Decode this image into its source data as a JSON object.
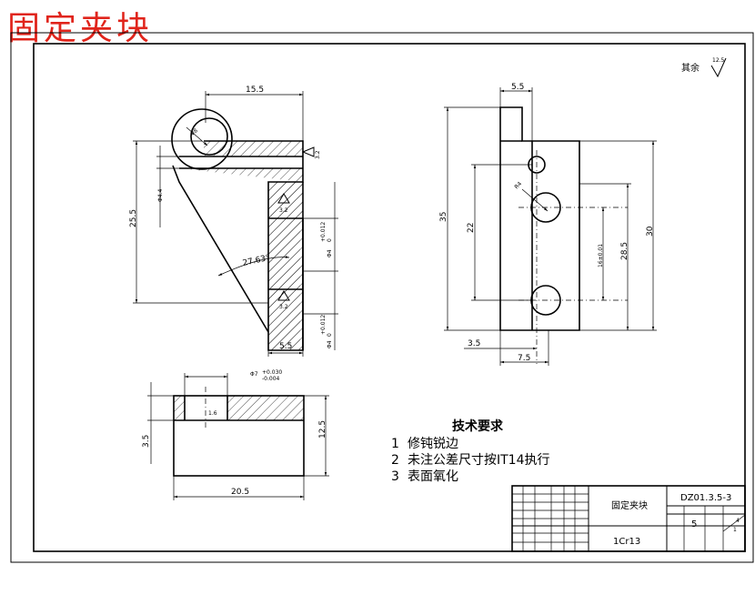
{
  "title": "固定夹块",
  "surface_finish_note": {
    "label": "其余",
    "value": "12.5"
  },
  "technical_requirements": {
    "heading": "技术要求",
    "items": [
      {
        "num": "1",
        "text": "修钝锐边"
      },
      {
        "num": "2",
        "text": "未注公差尺寸按IT14执行"
      },
      {
        "num": "3",
        "text": "表面氧化"
      }
    ]
  },
  "front_view": {
    "dims": {
      "top_width": "15.5",
      "hole": "Φ8",
      "left_small": "Φ4.4",
      "height": "25.5",
      "angle": "27.63°",
      "bottom_width": "5.5",
      "roughness_right": "3.2",
      "roughness_mid": "3.2",
      "roughness_bottom": "3.2",
      "right_tol_top": "Φ4",
      "right_tol_top_up": "+0.012",
      "right_tol_top_low": "0",
      "right_tol_bot": "Φ4",
      "right_tol_bot_up": "+0.012",
      "right_tol_bot_low": "0"
    }
  },
  "side_view": {
    "dims": {
      "top_width": "5.5",
      "hole": "R4",
      "left_height": "35",
      "inner_height": "22",
      "center_dist": "16±0.01",
      "right_inner": "28.5",
      "right_height": "30",
      "bottom_left": "3.5",
      "bottom_width": "7.5"
    }
  },
  "top_view": {
    "dims": {
      "hole": "Φ7",
      "hole_up": "+0.030",
      "hole_low": "-0.004",
      "inner": "1.6",
      "left_height": "3.5",
      "right_height": "12.5",
      "width": "20.5"
    }
  },
  "title_block": {
    "part_name": "固定夹块",
    "drawing_no": "DZ01.3.5-3",
    "material": "1Cr13",
    "scale_top": "4",
    "scale_bottom": "1",
    "quantity": "5"
  }
}
